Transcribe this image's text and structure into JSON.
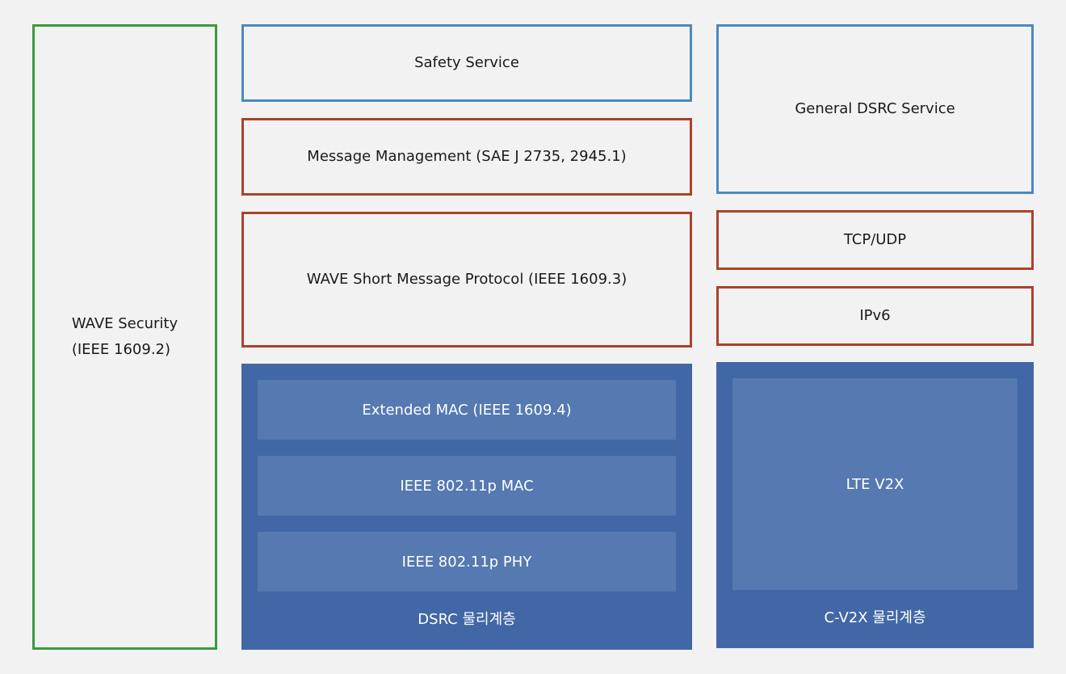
{
  "security": {
    "line1": "WAVE Security",
    "line2": "(IEEE 1609.2)"
  },
  "dsrc_stack": {
    "safety_service": "Safety Service",
    "message_management": "Message Management (SAE J 2735, 2945.1)",
    "wsmp": "WAVE Short Message Protocol (IEEE 1609.3)",
    "physical": {
      "extended_mac": "Extended MAC (IEEE 1609.4)",
      "mac": "IEEE 802.11p MAC",
      "phy": "IEEE 802.11p PHY",
      "caption": "DSRC 물리계층"
    }
  },
  "general_stack": {
    "general_service": "General DSRC Service",
    "tcp_udp": "TCP/UDP",
    "ipv6": "IPv6",
    "physical": {
      "lte": "LTE V2X",
      "caption": "C-V2X 물리계층"
    }
  },
  "colors": {
    "security_border": "#3a9a3c",
    "service_border": "#4b89c1",
    "protocol_border": "#a9432a",
    "physical_outer": "#4167a6",
    "physical_inner": "#5579b0",
    "background": "#f2f2f2"
  }
}
